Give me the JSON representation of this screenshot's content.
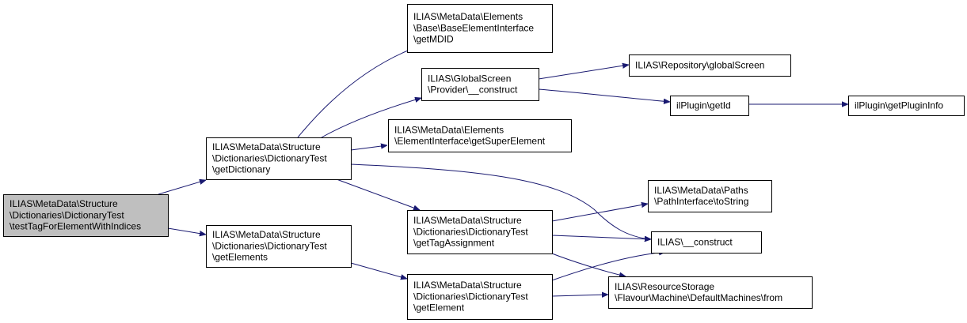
{
  "colors": {
    "edge": "#191970",
    "node_fill": "#ffffff",
    "highlight_fill": "#bfbfbf",
    "border": "#000000"
  },
  "nodes": [
    {
      "id": "root",
      "lines": [
        "ILIAS\\MetaData\\Structure",
        "\\Dictionaries\\DictionaryTest",
        "\\testTagForElementWithIndices"
      ],
      "highlight": true
    },
    {
      "id": "getDictionary",
      "lines": [
        "ILIAS\\MetaData\\Structure",
        "\\Dictionaries\\DictionaryTest",
        "\\getDictionary"
      ]
    },
    {
      "id": "getElements",
      "lines": [
        "ILIAS\\MetaData\\Structure",
        "\\Dictionaries\\DictionaryTest",
        "\\getElements"
      ]
    },
    {
      "id": "getMDID",
      "lines": [
        "ILIAS\\MetaData\\Elements",
        "\\Base\\BaseElementInterface",
        "\\getMDID"
      ]
    },
    {
      "id": "gsConstruct",
      "lines": [
        "ILIAS\\GlobalScreen",
        "\\Provider\\__construct"
      ]
    },
    {
      "id": "getSuperElement",
      "lines": [
        "ILIAS\\MetaData\\Elements",
        "\\ElementInterface\\getSuperElement"
      ]
    },
    {
      "id": "getTagAssignment",
      "lines": [
        "ILIAS\\MetaData\\Structure",
        "\\Dictionaries\\DictionaryTest",
        "\\getTagAssignment"
      ]
    },
    {
      "id": "getElement",
      "lines": [
        "ILIAS\\MetaData\\Structure",
        "\\Dictionaries\\DictionaryTest",
        "\\getElement"
      ]
    },
    {
      "id": "globalScreen",
      "lines": [
        "ILIAS\\Repository\\globalScreen"
      ]
    },
    {
      "id": "getId",
      "lines": [
        "ilPlugin\\getId"
      ]
    },
    {
      "id": "getPluginInfo",
      "lines": [
        "ilPlugin\\getPluginInfo"
      ]
    },
    {
      "id": "toString",
      "lines": [
        "ILIAS\\MetaData\\Paths",
        "\\PathInterface\\toString"
      ]
    },
    {
      "id": "construct",
      "lines": [
        "ILIAS\\__construct"
      ]
    },
    {
      "id": "from",
      "lines": [
        "ILIAS\\ResourceStorage",
        "\\Flavour\\Machine\\DefaultMachines\\from"
      ]
    }
  ],
  "edges": [
    {
      "from": "root",
      "to": "getDictionary"
    },
    {
      "from": "root",
      "to": "getElements"
    },
    {
      "from": "getDictionary",
      "to": "getMDID"
    },
    {
      "from": "getDictionary",
      "to": "gsConstruct"
    },
    {
      "from": "getDictionary",
      "to": "getSuperElement"
    },
    {
      "from": "getDictionary",
      "to": "construct"
    },
    {
      "from": "getDictionary",
      "to": "getTagAssignment"
    },
    {
      "from": "gsConstruct",
      "to": "globalScreen"
    },
    {
      "from": "gsConstruct",
      "to": "getId"
    },
    {
      "from": "getId",
      "to": "getPluginInfo"
    },
    {
      "from": "getTagAssignment",
      "to": "toString"
    },
    {
      "from": "getTagAssignment",
      "to": "construct"
    },
    {
      "from": "getTagAssignment",
      "to": "from"
    },
    {
      "from": "getElements",
      "to": "getElement"
    },
    {
      "from": "getElement",
      "to": "construct"
    },
    {
      "from": "getElement",
      "to": "from"
    }
  ]
}
